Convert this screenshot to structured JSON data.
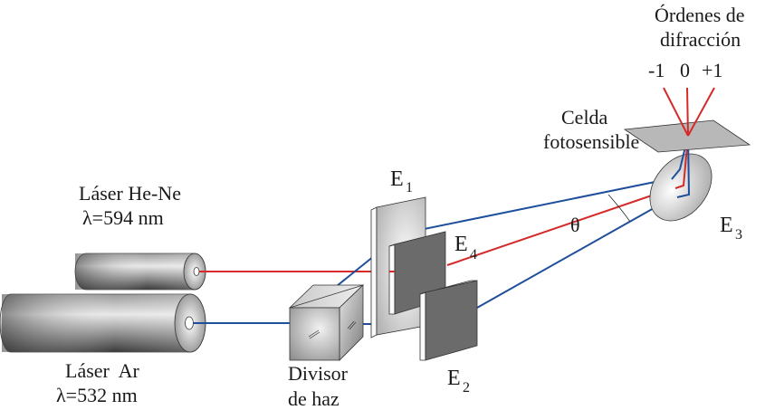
{
  "diagram": {
    "title": "Montaje óptico de holografía con dos láseres",
    "colors": {
      "beam_red": "#d42a2a",
      "beam_blue": "#1f4f9a",
      "mirror_dark": "#6b6b6b",
      "mirror_light": "#e0e0e0",
      "plate": "#b8b8b8"
    },
    "labels": {
      "laser_hene_name": "Láser He-Ne",
      "laser_hene_wavelength": "λ=594 nm",
      "laser_ar_name": "Láser  Ar",
      "laser_ar_wavelength": "λ=532 nm",
      "beam_splitter_line1": "Divisor",
      "beam_splitter_line2": "de haz",
      "mirror_e1_letter": "E",
      "mirror_e1_index": "1",
      "mirror_e2_letter": "E",
      "mirror_e2_index": "2",
      "mirror_e3_letter": "E",
      "mirror_e3_index": "3",
      "mirror_e4_letter": "E",
      "mirror_e4_index": "4",
      "cell_line1": "Celda",
      "cell_line2": "fotosensible",
      "orders_line1": "Órdenes de",
      "orders_line2": "difracción",
      "order_minus1": "-1",
      "order_zero": "0",
      "order_plus1": "+1",
      "angle": "θ"
    }
  }
}
